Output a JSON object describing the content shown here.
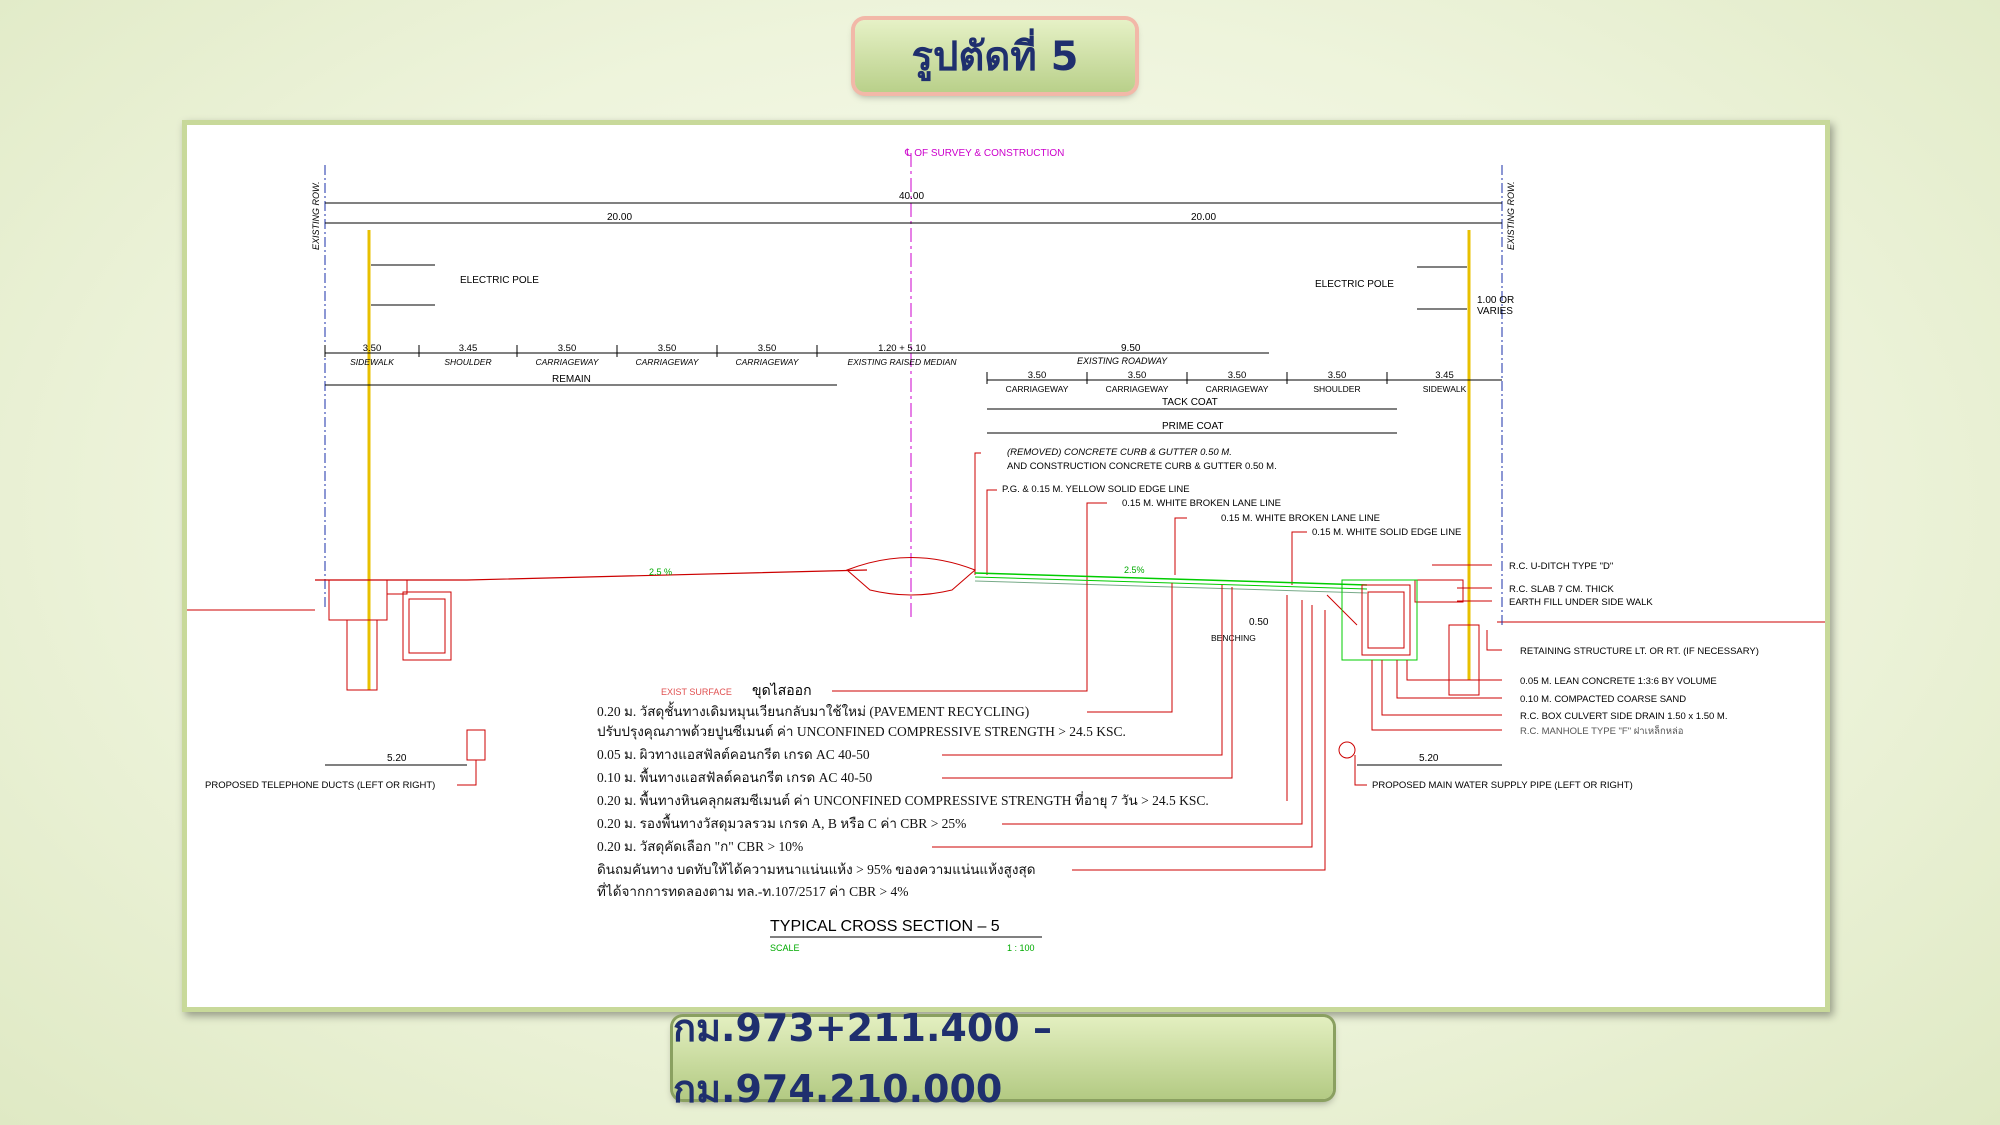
{
  "title": "รูปตัดที่ 5",
  "subtitle": "กม.973+211.400 – กม.974.210.000",
  "drawing": {
    "centerline_label": "℄ OF SURVEY & CONSTRUCTION",
    "row_left": "EXISTING ROW.",
    "row_right": "EXISTING ROW.",
    "dim_total": "40.00",
    "dim_left_half": "20.00",
    "dim_right_half": "20.00",
    "electric_pole_left": "ELECTRIC POLE",
    "electric_pole_right": "ELECTRIC POLE",
    "varies_1": "1.00 OR",
    "varies_2": "VARIES",
    "left_lanes": [
      {
        "w": "3.50",
        "name": "SIDEWALK"
      },
      {
        "w": "3.45",
        "name": "SHOULDER"
      },
      {
        "w": "3.50",
        "name": "CARRIAGEWAY"
      },
      {
        "w": "3.50",
        "name": "CARRIAGEWAY"
      },
      {
        "w": "3.50",
        "name": "CARRIAGEWAY"
      },
      {
        "w": "1.20 + 5.10",
        "name": "EXISTING RAISED MEDIAN"
      }
    ],
    "existing_roadway_w": "9.50",
    "existing_roadway": "EXISTING ROADWAY",
    "right_lanes": [
      {
        "w": "3.50",
        "name": "CARRIAGEWAY"
      },
      {
        "w": "3.50",
        "name": "CARRIAGEWAY"
      },
      {
        "w": "3.50",
        "name": "CARRIAGEWAY"
      },
      {
        "w": "3.50",
        "name": "SHOULDER"
      },
      {
        "w": "3.45",
        "name": "SIDEWALK"
      }
    ],
    "remain": "REMAIN",
    "tack_coat": "TACK COAT",
    "prime_coat": "PRIME COAT",
    "callouts_top": [
      "(REMOVED) CONCRETE CURB & GUTTER 0.50 M.",
      "AND CONSTRUCTION CONCRETE CURB & GUTTER 0.50 M.",
      "P.G. & 0.15 M. YELLOW SOLID EDGE LINE",
      "0.15 M. WHITE BROKEN LANE LINE",
      "0.15 M. WHITE BROKEN LANE LINE",
      "0.15 M. WHITE SOLID EDGE LINE"
    ],
    "slope_left": "2.5 %",
    "slope_right": "2.5%",
    "benching_dim": "0.50",
    "benching": "BENCHING",
    "right_callouts": [
      "R.C. U-DITCH TYPE \"D\"",
      "R.C. SLAB 7 CM. THICK",
      "EARTH FILL UNDER SIDE WALK",
      "RETAINING STRUCTURE LT. OR RT. (IF NECESSARY)",
      "0.05 M. LEAN CONCRETE 1:3:6 BY VOLUME",
      "0.10 M. COMPACTED COARSE SAND",
      "R.C. BOX CULVERT SIDE DRAIN 1.50 x 1.50 M.",
      "R.C. MANHOLE TYPE \"F\" ฝาเหล็กหล่อ"
    ],
    "exist_surface": "EXIST SURFACE",
    "exist_surface_th": "ขุดไสออก",
    "layers": [
      "0.20 ม. วัสดุชั้นทางเดิมหมุนเวียนกลับมาใช้ใหม่ (PAVEMENT RECYCLING)",
      "ปรับปรุงคุณภาพด้วยปูนซีเมนต์ ค่า UNCONFINED COMPRESSIVE STRENGTH > 24.5 KSC.",
      "0.05 ม. ผิวทางแอสฟัลต์คอนกรีต เกรด AC 40-50",
      "0.10 ม. พื้นทางแอสฟัลต์คอนกรีต เกรด AC 40-50",
      "0.20 ม. พื้นทางหินคลุกผสมซีเมนต์ ค่า UNCONFINED COMPRESSIVE STRENGTH ที่อายุ 7 วัน > 24.5 KSC.",
      "0.20 ม. รองพื้นทางวัสดุมวลรวม เกรด A, B หรือ C ค่า CBR > 25%",
      "0.20 ม. วัสดุคัดเลือก \"ก\" CBR > 10%",
      "ดินถมคันทาง บดทับให้ได้ความหนาแน่นแห้ง > 95% ของความแน่นแห้งสูงสุด",
      "ที่ได้จากการทดลองตาม ทล.-ท.107/2517 ค่า CBR > 4%"
    ],
    "tel_dim": "5.20",
    "tel_label": "PROPOSED TELEPHONE DUCTS (LEFT OR RIGHT)",
    "water_dim": "5.20",
    "water_label": "PROPOSED MAIN WATER SUPPLY PIPE (LEFT OR RIGHT)",
    "section_title": "TYPICAL CROSS SECTION – 5",
    "scale_label": "SCALE",
    "scale_value": "1 : 100"
  }
}
